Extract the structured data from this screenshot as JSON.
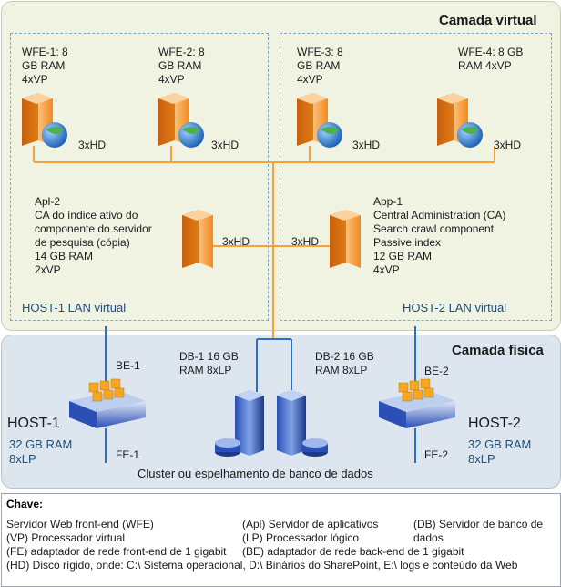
{
  "layers": {
    "virtual_title": "Camada virtual",
    "physical_title": "Camada física"
  },
  "lans": {
    "host1": "HOST-1 LAN virtual",
    "host2": "HOST-2 LAN virtual"
  },
  "servers": {
    "wfe1": "WFE-1: 8\nGB RAM\n4xVP",
    "wfe2": "WFE-2: 8\nGB RAM\n4xVP",
    "wfe3": "WFE-3: 8\nGB RAM\n4xVP",
    "wfe4": "WFE-4: 8 GB\nRAM 4xVP",
    "apl2": "Apl-2\nCA do índice ativo do\ncomponente do servidor\nde pesquisa (cópia)\n14 GB RAM\n2xVP",
    "app1": "App-1\nCentral Administration (CA)\nSearch crawl component\nPassive index\n12 GB RAM\n4xVP"
  },
  "disks": {
    "wfe1": "3xHD",
    "wfe2": "3xHD",
    "wfe3": "3xHD",
    "wfe4": "3xHD",
    "apl2": "3xHD",
    "app1": "3xHD"
  },
  "physical": {
    "be1": "BE-1",
    "be2": "BE-2",
    "fe1": "FE-1",
    "fe2": "FE-2",
    "host1_name": "HOST-1",
    "host1_specs": "32 GB RAM\n8xLP",
    "host2_name": "HOST-2",
    "host2_specs": "32 GB RAM\n8xLP",
    "db1": "DB-1 16 GB\nRAM 8xLP",
    "db2": "DB-2 16 GB\nRAM 8xLP",
    "cluster": "Cluster ou espelhamento de banco de dados"
  },
  "legend": {
    "title": "Chave:",
    "wfe": "Servidor Web front-end (WFE)",
    "apl": "(Apl) Servidor de aplicativos",
    "db": "(DB) Servidor de banco de dados",
    "vp": "(VP) Processador virtual",
    "lp": "(LP) Processador lógico",
    "fe": "(FE) adaptador de rede front-end de 1 gigabit",
    "be": "(BE) adaptador de rede back-end de 1 gigabit",
    "hd": "(HD) Disco rígido, onde: C:\\ Sistema operacional, D:\\ Binários do SharePoint, E:\\ logs e conteúdo da Web"
  },
  "colors": {
    "connector_orange": "#f4a23a",
    "connector_blue": "#2f6fbf",
    "server_orange": "#f28a1e",
    "host_blue": "#2a4fb5"
  }
}
